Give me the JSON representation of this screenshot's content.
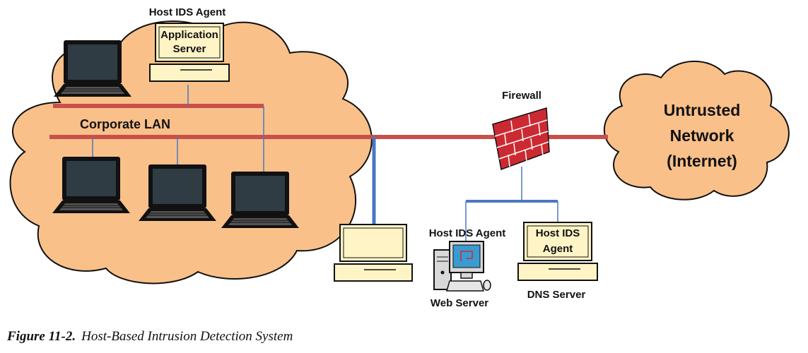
{
  "labels": {
    "app_agent": "Host IDS Agent",
    "app_server_line1": "Application",
    "app_server_line2": "Server",
    "corporate_lan": "Corporate LAN",
    "firewall": "Firewall",
    "untrusted_line1": "Untrusted",
    "untrusted_line2": "Network",
    "untrusted_line3": "(Internet)",
    "web_agent": "Host IDS Agent",
    "web_server": "Web Server",
    "dns_agent_line1": "Host IDS",
    "dns_agent_line2": "Agent",
    "dns_server": "DNS Server"
  },
  "caption": {
    "number": "Figure 11-2.",
    "title": "Host-Based Intrusion Detection System"
  },
  "colors": {
    "cloud_fill": "#f9c08a",
    "cloud_stroke": "#111111",
    "lan_cable": "#c8504a",
    "link_cable": "#4a78c0",
    "firewall_brick": "#cc2a32",
    "screen": "#2f3c44",
    "monitor_fill": "#fff4c6"
  }
}
